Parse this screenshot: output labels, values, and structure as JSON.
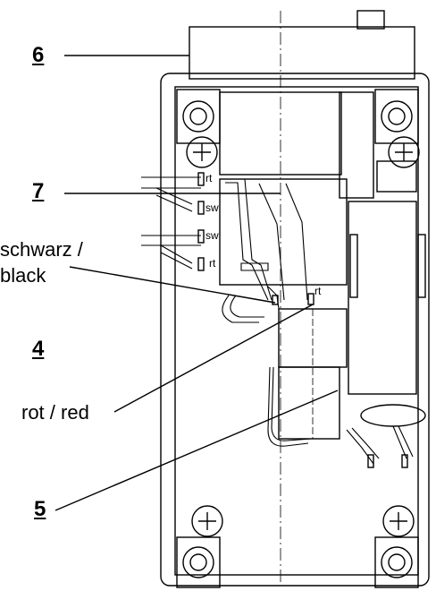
{
  "labels": {
    "num_6": "6",
    "num_7": "7",
    "num_4": "4",
    "num_5": "5",
    "schwarz_line1": "schwarz /",
    "schwarz_line2": "black",
    "rot_red": "rot / red"
  },
  "wire_tags": {
    "rt_top": "rt",
    "sw_1": "sw",
    "sw_2": "sw",
    "rt_left": "rt",
    "rt_center": "rt"
  },
  "colors": {
    "ink": "#000000",
    "paper": "#ffffff"
  }
}
